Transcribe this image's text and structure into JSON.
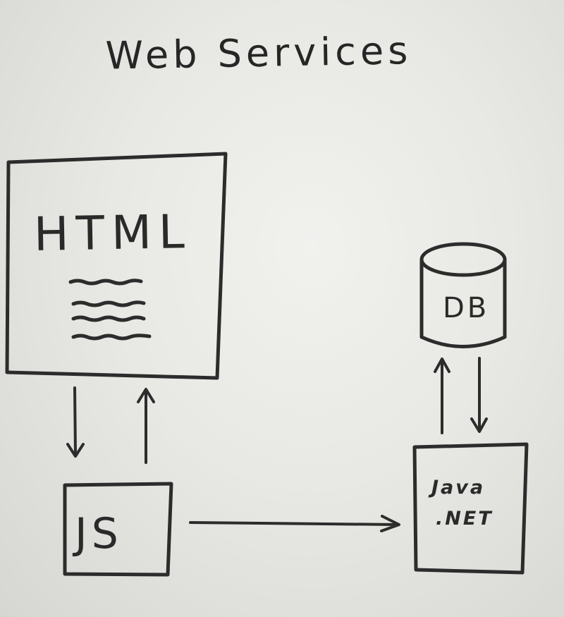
{
  "diagram": {
    "title": "Web Services",
    "nodes": {
      "html": {
        "label": "HTML"
      },
      "js": {
        "label": "JS"
      },
      "db": {
        "label": "DB"
      },
      "server": {
        "line1": "Java",
        "line2": ".NET"
      }
    }
  }
}
